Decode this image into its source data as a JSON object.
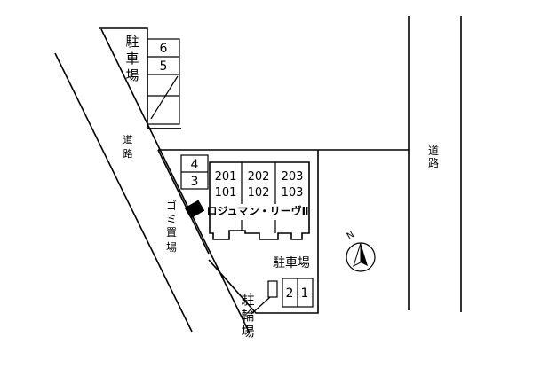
{
  "map": {
    "road_left": "道路",
    "road_right": "道路",
    "parking_top": {
      "label": "駐車場",
      "spaces": [
        "6",
        "5",
        "",
        ""
      ]
    },
    "parking_small": {
      "spaces": [
        "4",
        "3"
      ]
    },
    "building": {
      "name": "ロジュマン・リーヴⅡ",
      "units_upper": [
        "201",
        "202",
        "203"
      ],
      "units_lower": [
        "101",
        "102",
        "103"
      ]
    },
    "garbage_area": "ゴミ置場",
    "parking_bottom": {
      "label": "駐車場",
      "spaces": [
        "2",
        "1"
      ]
    },
    "bicycle_parking": "駐輪場",
    "north": "N",
    "colors": {
      "ink": "#000000",
      "background": "#ffffff"
    }
  }
}
